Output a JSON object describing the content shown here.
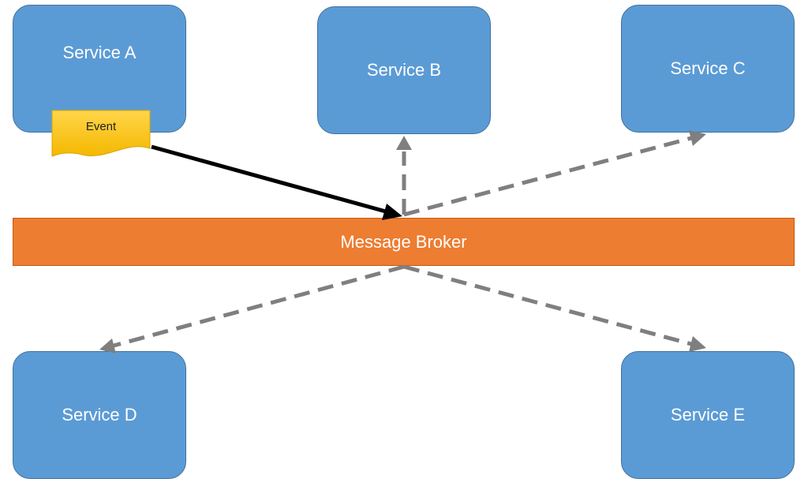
{
  "services": {
    "a": {
      "label": "Service A"
    },
    "b": {
      "label": "Service B"
    },
    "c": {
      "label": "Service C"
    },
    "d": {
      "label": "Service D"
    },
    "e": {
      "label": "Service E"
    }
  },
  "broker": {
    "label": "Message Broker"
  },
  "event": {
    "label": "Event"
  },
  "colors": {
    "service_fill": "#5b9bd5",
    "broker_fill": "#ed7d31",
    "event_fill": "#ffc000",
    "publish_arrow": "#000000",
    "deliver_arrow": "#7f7f7f"
  }
}
